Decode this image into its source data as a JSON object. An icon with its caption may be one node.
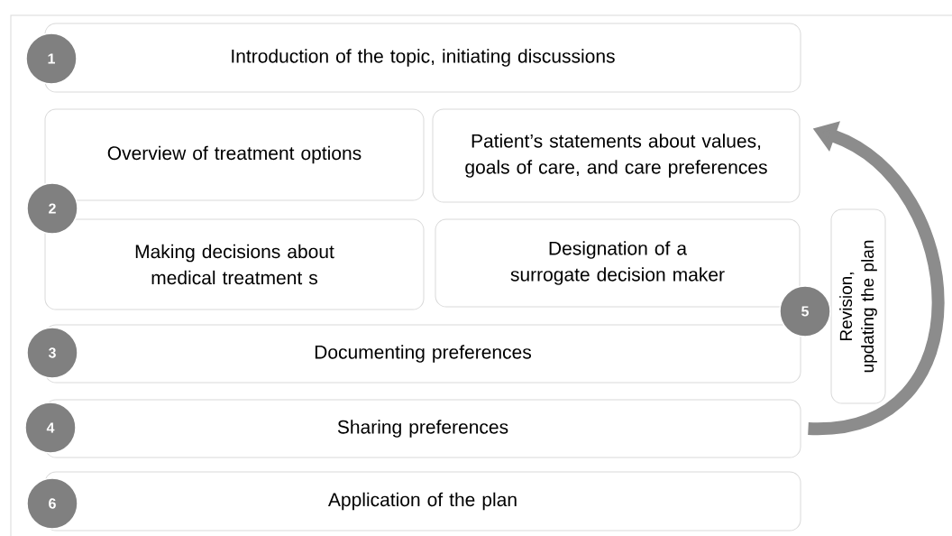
{
  "diagram": {
    "nodes": [
      {
        "text": [
          "1"
        ]
      },
      {
        "text": [
          "Introduction of the topic, initiating  discussions"
        ]
      },
      {
        "text": [
          "2"
        ]
      },
      {
        "text": [
          "Overview of treatment options"
        ]
      },
      {
        "text": [
          "Patient’s statements about values, goals of care, and care preferences"
        ]
      },
      {
        "text": [
          "Making decisions about medical treatment s"
        ]
      },
      {
        "text": [
          "Designation of a surrogate decision maker"
        ]
      },
      {
        "text": [
          "3"
        ]
      },
      {
        "text": [
          "Documenting preferences"
        ]
      },
      {
        "text": [
          "4"
        ]
      },
      {
        "text": [
          "Sharing preferences"
        ]
      },
      {
        "text": [
          "6"
        ]
      },
      {
        "text": [
          "Application of the plan"
        ]
      },
      {
        "text": [
          "5"
        ]
      },
      {
        "text": [
          "Revision, updating the plan"
        ]
      }
    ],
    "edges": [
      {
        "from": 10,
        "to": 4,
        "arrow": "to"
      }
    ]
  }
}
